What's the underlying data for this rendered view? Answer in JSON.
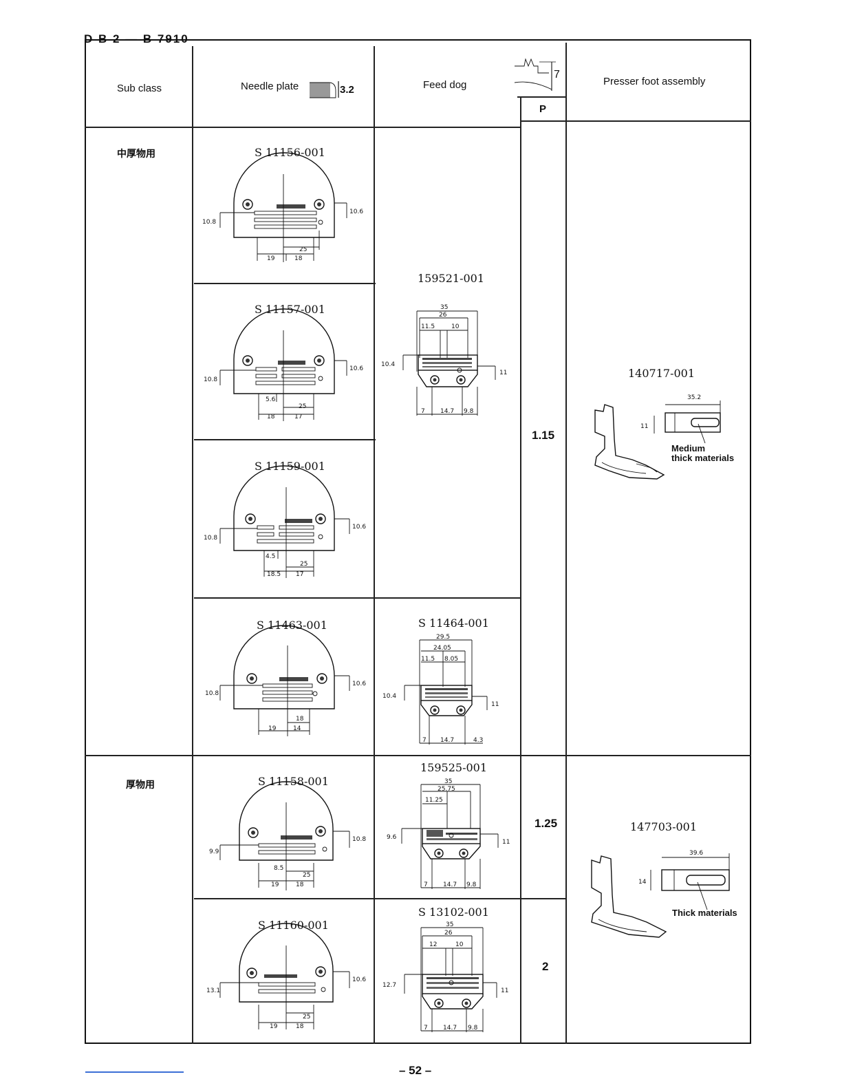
{
  "model": "D B 2 — B 7910",
  "headers": {
    "sub_class": "Sub class",
    "needle_plate": "Needle plate",
    "needle_plate_value": "3.2",
    "feed_dog": "Feed dog",
    "feed_dog_value": "7",
    "p": "P",
    "presser_foot": "Presser foot assembly"
  },
  "sub_classes": [
    "中厚物用",
    "厚物用"
  ],
  "needle_plates": [
    {
      "part": "S 11156-001",
      "left": "10.8",
      "right": "10.6",
      "d1": "25",
      "d2": "19",
      "d3": "18",
      "d4": ""
    },
    {
      "part": "S 11157-001",
      "left": "10.8",
      "right": "10.6",
      "d1": "25",
      "d2": "18",
      "d3": "17",
      "d4": "5.6"
    },
    {
      "part": "S 11159-001",
      "left": "10.8",
      "right": "10.6",
      "d1": "25",
      "d2": "18.5",
      "d3": "17",
      "d4": "4.5"
    },
    {
      "part": "S 11463-001",
      "left": "10.8",
      "right": "10.6",
      "d1": "18",
      "d2": "19",
      "d3": "14",
      "d4": ""
    },
    {
      "part": "S 11158-001",
      "left": "9.9",
      "right": "10.8",
      "d1": "25",
      "d2": "19",
      "d3": "18",
      "d4": "8.5"
    },
    {
      "part": "S 11160-001",
      "left": "13.1",
      "right": "10.6",
      "d1": "25",
      "d2": "19",
      "d3": "18",
      "d4": ""
    }
  ],
  "feed_dogs": [
    {
      "part": "159521-001",
      "top1": "35",
      "top2": "26",
      "a": "11.5",
      "b": "10",
      "left": "10.4",
      "right": "11",
      "bot1": "7",
      "bot2": "14.7",
      "bot3": "9.8"
    },
    {
      "part": "S 11464-001",
      "top1": "29.5",
      "top2": "24.05",
      "a": "11.5",
      "b": "8.05",
      "left": "10.4",
      "right": "11",
      "bot1": "7",
      "bot2": "14.7",
      "bot3": "4.3"
    },
    {
      "part": "159525-001",
      "top1": "35",
      "top2": "25.75",
      "a": "11.25",
      "b": "",
      "left": "9.6",
      "right": "11",
      "bot1": "7",
      "bot2": "14.7",
      "bot3": "9.8"
    },
    {
      "part": "S 13102-001",
      "top1": "35",
      "top2": "26",
      "a": "12",
      "b": "10",
      "left": "12.7",
      "right": "11",
      "bot1": "7",
      "bot2": "14.7",
      "bot3": "9.8"
    }
  ],
  "p_values": [
    "1.15",
    "1.25",
    "2"
  ],
  "presser_feet": [
    {
      "part": "140717-001",
      "length": "35.2",
      "height": "11",
      "caption_line1": "Medium",
      "caption_line2": "thick materials"
    },
    {
      "part": "147703-001",
      "length": "39.6",
      "height": "14",
      "caption_line1": "Thick materials",
      "caption_line2": ""
    }
  ],
  "page_number": "– 52 –"
}
